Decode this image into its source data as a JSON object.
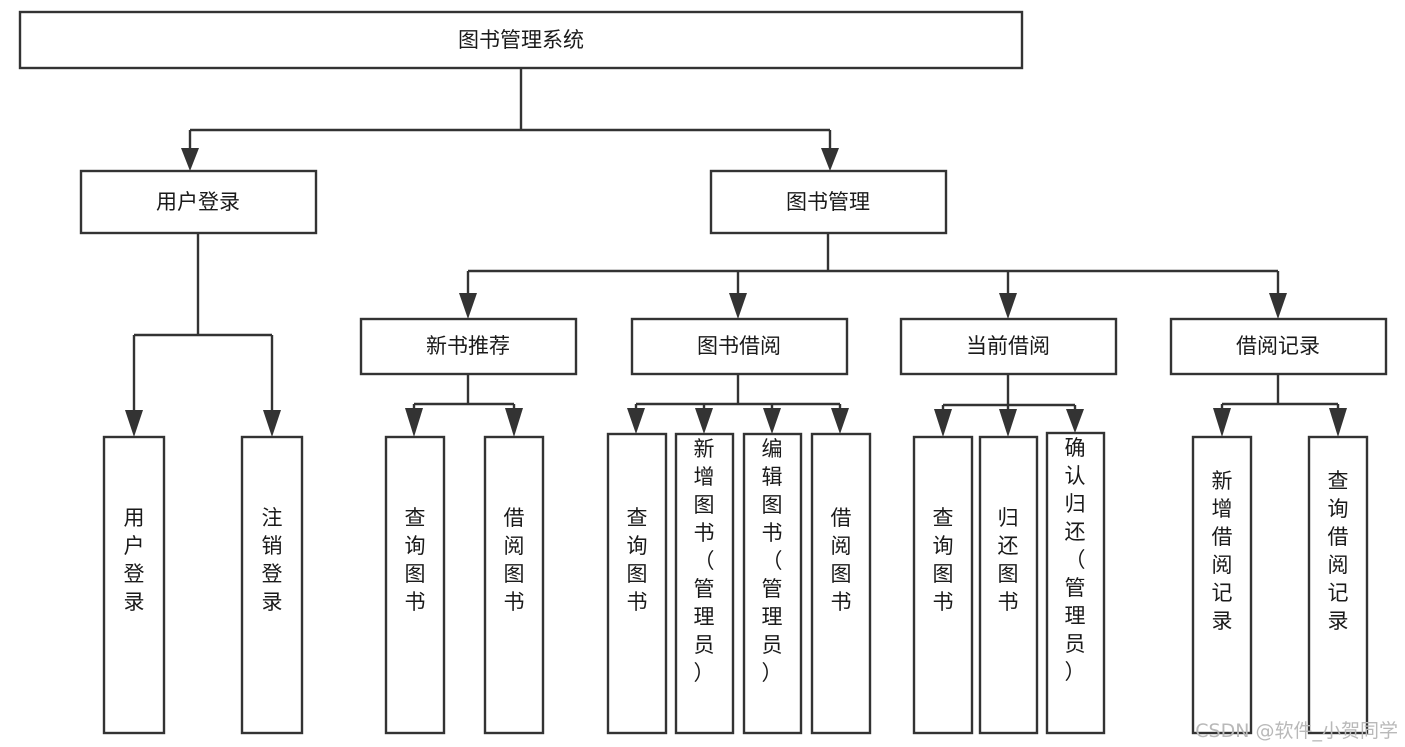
{
  "diagram": {
    "title": "图书管理系统",
    "type": "hierarchy-tree",
    "root": {
      "id": "root",
      "label": "图书管理系统",
      "orientation": "horizontal"
    },
    "level2": [
      {
        "id": "user-login",
        "label": "用户登录",
        "orientation": "horizontal"
      },
      {
        "id": "book-management",
        "label": "图书管理",
        "orientation": "horizontal"
      }
    ],
    "level3": [
      {
        "id": "new-book-recommend",
        "label": "新书推荐",
        "orientation": "horizontal",
        "parent": "book-management"
      },
      {
        "id": "book-borrow",
        "label": "图书借阅",
        "orientation": "horizontal",
        "parent": "book-management"
      },
      {
        "id": "current-borrow",
        "label": "当前借阅",
        "orientation": "horizontal",
        "parent": "book-management"
      },
      {
        "id": "borrow-record",
        "label": "借阅记录",
        "orientation": "horizontal",
        "parent": "book-management"
      }
    ],
    "leaves": [
      {
        "id": "leaf-user-login",
        "label": "用户登录",
        "orientation": "vertical",
        "parent": "user-login"
      },
      {
        "id": "leaf-logout-login",
        "label": "注销登录",
        "orientation": "vertical",
        "parent": "user-login"
      },
      {
        "id": "leaf-query-book-1",
        "label": "查询图书",
        "orientation": "vertical",
        "parent": "new-book-recommend"
      },
      {
        "id": "leaf-borrow-book-1",
        "label": "借阅图书",
        "orientation": "vertical",
        "parent": "new-book-recommend"
      },
      {
        "id": "leaf-query-book-2",
        "label": "查询图书",
        "orientation": "vertical",
        "parent": "book-borrow"
      },
      {
        "id": "leaf-add-book",
        "label": "新增图书（管理员）",
        "orientation": "vertical",
        "parent": "book-borrow"
      },
      {
        "id": "leaf-edit-book",
        "label": "编辑图书（管理员）",
        "orientation": "vertical",
        "parent": "book-borrow"
      },
      {
        "id": "leaf-borrow-book-2",
        "label": "借阅图书",
        "orientation": "vertical",
        "parent": "book-borrow"
      },
      {
        "id": "leaf-query-book-3",
        "label": "查询图书",
        "orientation": "vertical",
        "parent": "current-borrow"
      },
      {
        "id": "leaf-return-book",
        "label": "归还图书",
        "orientation": "vertical",
        "parent": "current-borrow"
      },
      {
        "id": "leaf-confirm-return",
        "label": "确认归还（管理员）",
        "orientation": "vertical",
        "parent": "current-borrow"
      },
      {
        "id": "leaf-add-record",
        "label": "新增借阅记录",
        "orientation": "vertical",
        "parent": "borrow-record"
      },
      {
        "id": "leaf-query-record",
        "label": "查询借阅记录",
        "orientation": "vertical",
        "parent": "borrow-record"
      }
    ]
  },
  "watermark": {
    "text": "CSDN @软件_小贺同学"
  },
  "colors": {
    "box_stroke": "#333333",
    "box_fill": "#ffffff",
    "text": "#1a1a1a",
    "watermark": "#b9b9b9",
    "background": "#ffffff"
  }
}
